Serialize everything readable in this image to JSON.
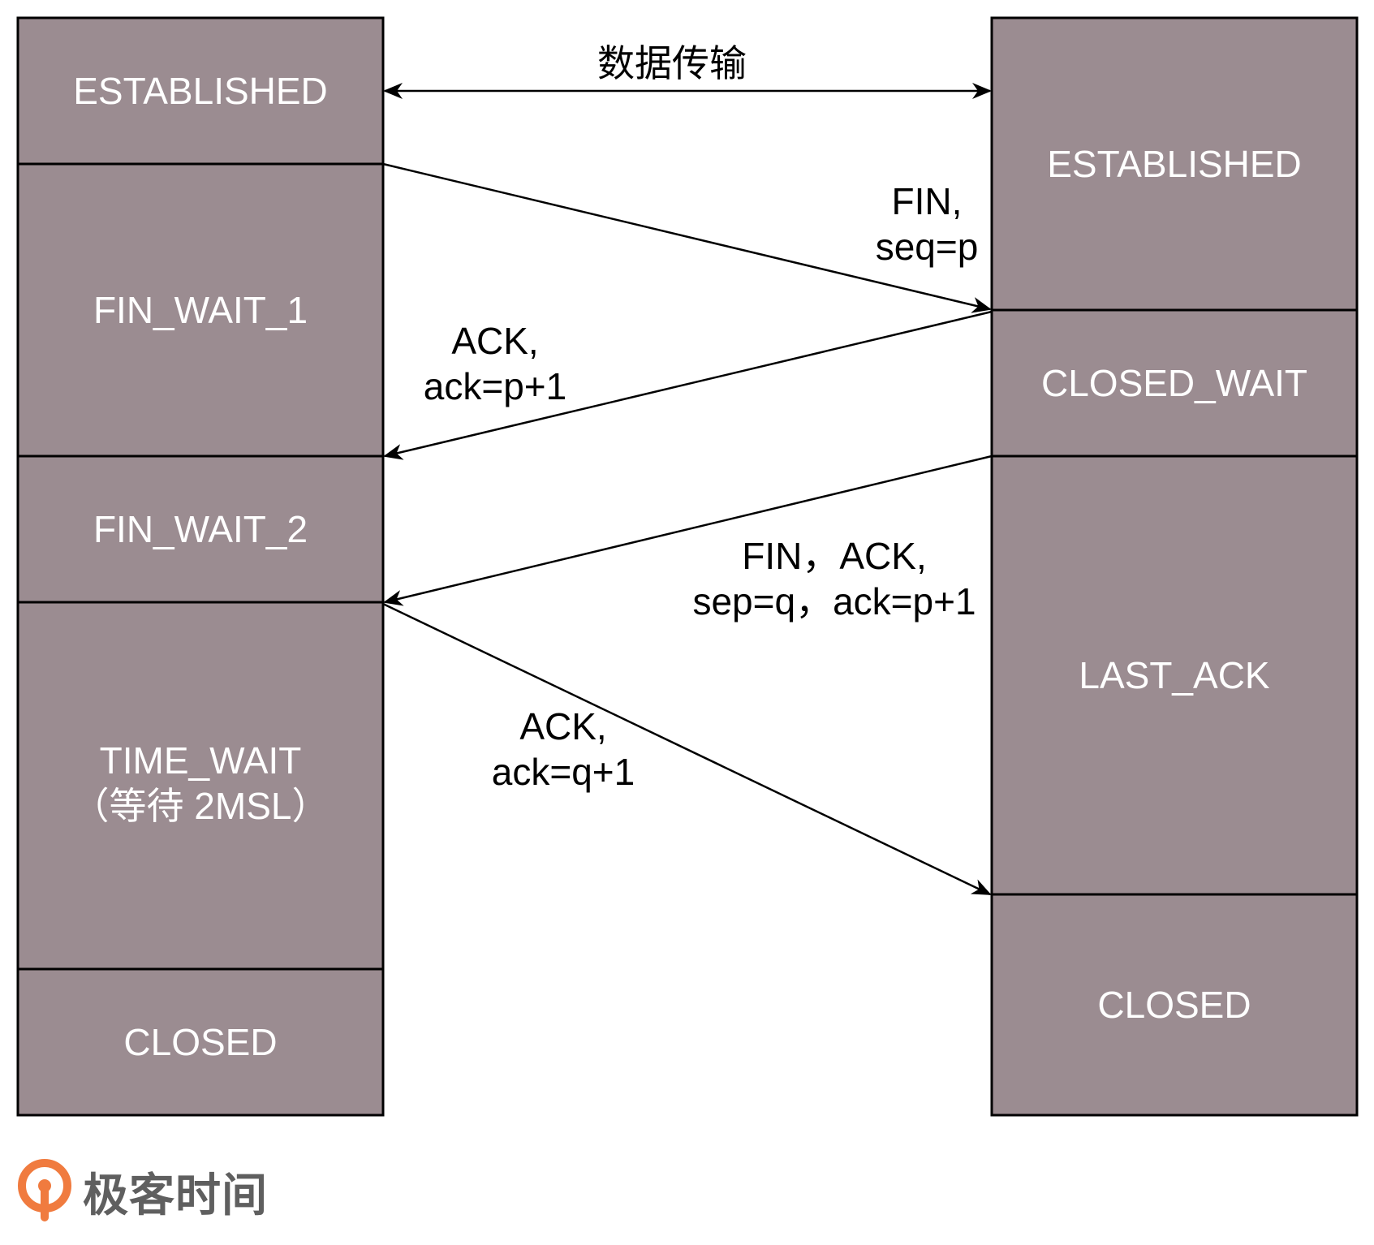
{
  "diagram": {
    "left_states": [
      {
        "id": "l-established",
        "label": [
          "ESTABLISHED"
        ]
      },
      {
        "id": "l-fin-wait-1",
        "label": [
          "FIN_WAIT_1"
        ]
      },
      {
        "id": "l-fin-wait-2",
        "label": [
          "FIN_WAIT_2"
        ]
      },
      {
        "id": "l-time-wait",
        "label": [
          "TIME_WAIT",
          "（等待 2MSL）"
        ]
      },
      {
        "id": "l-closed",
        "label": [
          "CLOSED"
        ]
      }
    ],
    "right_states": [
      {
        "id": "r-established",
        "label": [
          "ESTABLISHED"
        ]
      },
      {
        "id": "r-closed-wait",
        "label": [
          "CLOSED_WAIT"
        ]
      },
      {
        "id": "r-last-ack",
        "label": [
          "LAST_ACK"
        ]
      },
      {
        "id": "r-closed",
        "label": [
          "CLOSED"
        ]
      }
    ],
    "messages": [
      {
        "id": "data-transfer",
        "label": [
          "数据传输"
        ],
        "direction": "both"
      },
      {
        "id": "fin",
        "label": [
          "FIN,",
          "seq=p"
        ],
        "direction": "left-to-right"
      },
      {
        "id": "ack-1",
        "label": [
          "ACK,",
          "ack=p+1"
        ],
        "direction": "right-to-left"
      },
      {
        "id": "fin-ack",
        "label": [
          "FIN，ACK,",
          "sep=q，ack=p+1"
        ],
        "direction": "right-to-left"
      },
      {
        "id": "ack-2",
        "label": [
          "ACK,",
          "ack=q+1"
        ],
        "direction": "left-to-right"
      }
    ],
    "colors": {
      "state_fill": "#9b8c91",
      "state_text": "#ffffff",
      "line": "#000000"
    }
  },
  "brand": {
    "name": "极客时间",
    "logo_icon": "geektime-logo-icon",
    "logo_color": "#f07b3f"
  }
}
